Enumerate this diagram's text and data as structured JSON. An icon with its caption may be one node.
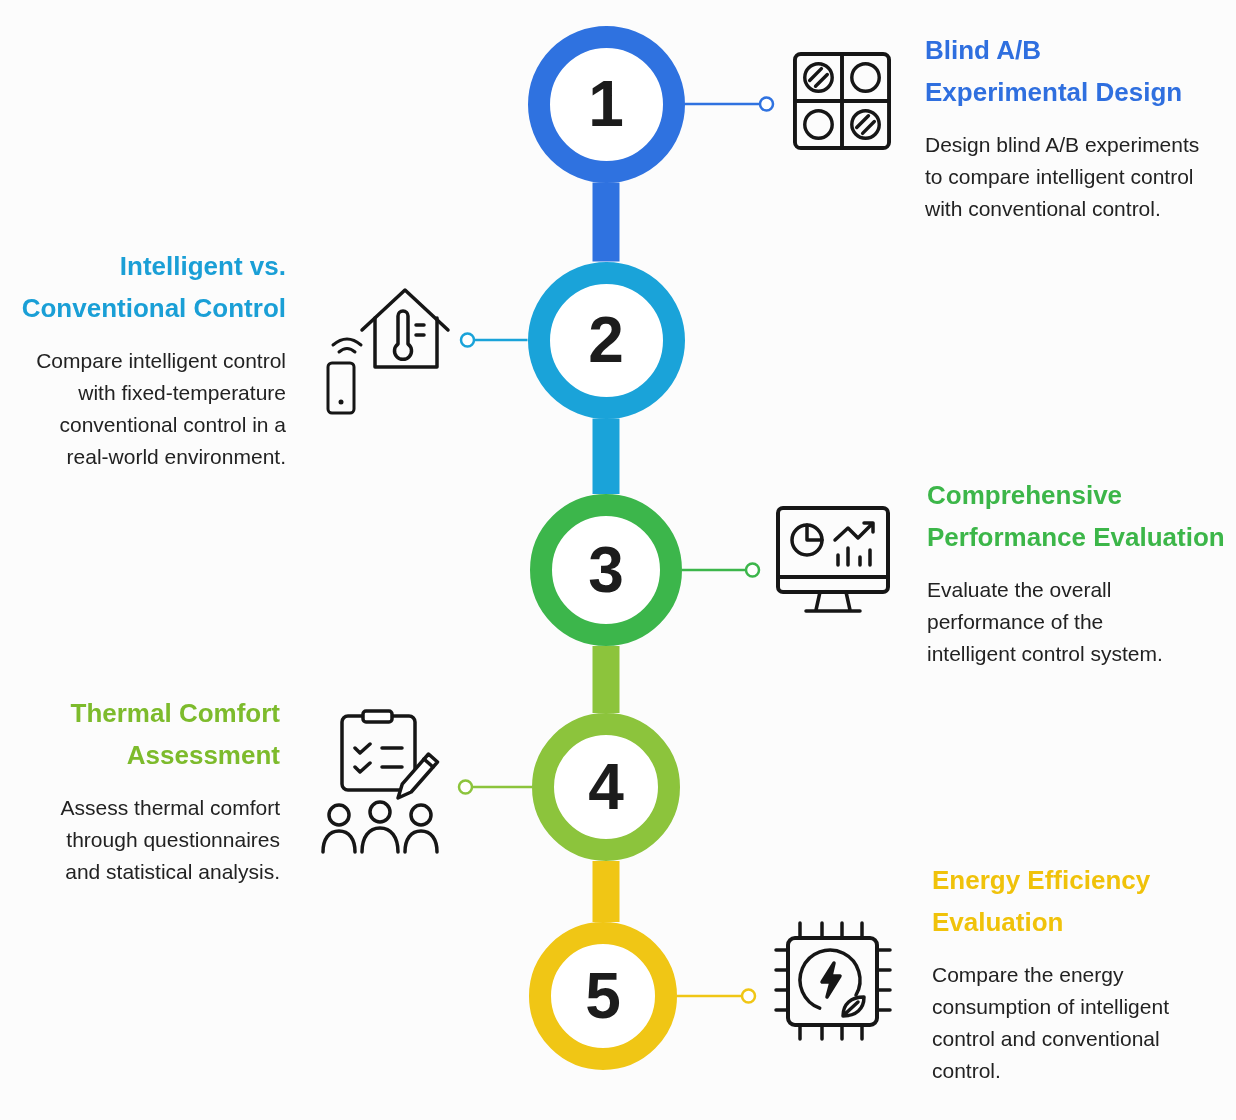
{
  "diagram": {
    "nodes": [
      {
        "text": [
          "1"
        ]
      },
      {
        "text": [
          "Blind A/B Experimental Design",
          "Design blind A/B experiments to compare intelligent control with conventional control."
        ]
      },
      {
        "text": [
          "Intelligent vs. Conventional Control",
          "Compare intelligent control with fixed-temperature conventional control in a real-world environment."
        ]
      },
      {
        "text": [
          "2"
        ]
      },
      {
        "text": [
          "3"
        ]
      },
      {
        "text": [
          "Comprehensive Performance Evaluation",
          "Evaluate the overall performance of the intelligent control system."
        ]
      },
      {
        "text": [
          "Thermal Comfort Assessment",
          "Assess thermal comfort through questionnaires and statistical analysis."
        ]
      },
      {
        "text": [
          "4"
        ]
      },
      {
        "text": [
          "5"
        ]
      },
      {
        "text": [
          "Energy Efficiency Evaluation",
          "Compare the energy consumption of intelligent control and conventional control."
        ]
      }
    ],
    "edges": [
      {
        "from": 0,
        "to": 1,
        "arrow": "other",
        "color": "#2f72e0"
      },
      {
        "from": 0,
        "to": 3,
        "arrow": "none",
        "style": "thick",
        "color": "#2f72e0"
      },
      {
        "from": 3,
        "to": 2,
        "arrow": "other",
        "color": "#1aa3d9"
      },
      {
        "from": 3,
        "to": 4,
        "arrow": "none",
        "style": "thick",
        "color": "#1aa3d9"
      },
      {
        "from": 4,
        "to": 5,
        "arrow": "other",
        "color": "#3cb64b"
      },
      {
        "from": 4,
        "to": 7,
        "arrow": "none",
        "style": "thick",
        "color": "#8cc43c"
      },
      {
        "from": 7,
        "to": 6,
        "arrow": "other",
        "color": "#8cc43c"
      },
      {
        "from": 7,
        "to": 8,
        "arrow": "none",
        "style": "thick",
        "color": "#f0c615"
      },
      {
        "from": 8,
        "to": 9,
        "arrow": "other",
        "color": "#f0c615"
      }
    ]
  }
}
